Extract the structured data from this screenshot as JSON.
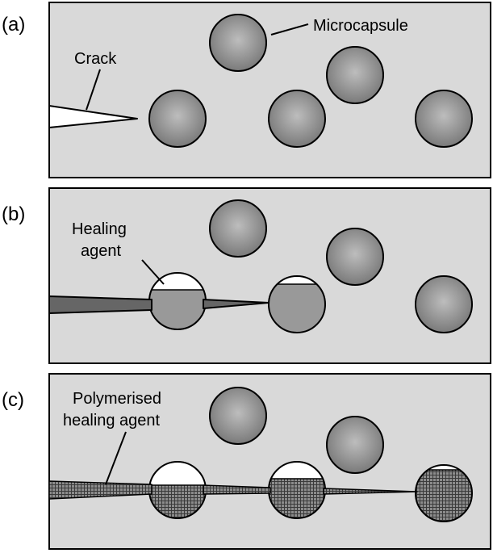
{
  "colors": {
    "panel_bg": "#d9d9d9",
    "capsule_center": "#bdbdbd",
    "capsule_edge": "#7a7a7a",
    "agent_fill": "#999999",
    "crack_fill": "#666666",
    "outline": "#000000",
    "void": "#ffffff",
    "grid_line": "#3a3a3a"
  },
  "panels": [
    {
      "letter": "(a)",
      "annotations": [
        {
          "text": "Microcapsule"
        },
        {
          "text": "Crack"
        }
      ]
    },
    {
      "letter": "(b)",
      "annotations": [
        {
          "lines": [
            "Healing",
            "agent"
          ]
        }
      ]
    },
    {
      "letter": "(c)",
      "annotations": [
        {
          "lines": [
            "Polymerised",
            "healing agent"
          ]
        }
      ]
    }
  ]
}
